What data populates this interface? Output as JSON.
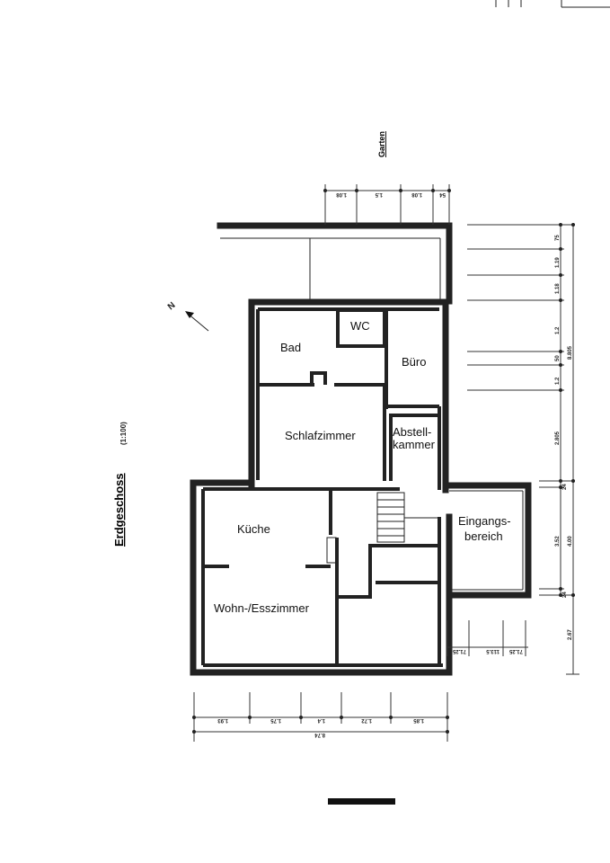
{
  "plan": {
    "title": "Erdgeschoss",
    "scale": "(1:100)",
    "top_label": "Garten",
    "north": "N",
    "rooms": {
      "wc": "WC",
      "bad": "Bad",
      "buero": "Büro",
      "schlafzimmer": "Schlafzimmer",
      "abstell_1": "Abstell-",
      "abstell_2": "kammer",
      "kueche": "Küche",
      "eingang_1": "Eingangs-",
      "eingang_2": "bereich",
      "wohnen": "Wohn-/Esszimmer"
    },
    "dims_top": [
      "1.08",
      "1.5",
      "1.08",
      "54"
    ],
    "dims_bottom": [
      "1.93",
      "1.75",
      "1.4",
      "1.72",
      "1.85"
    ],
    "dim_bottom_total": "8.74",
    "dims_right": [
      "75",
      "1.19",
      "1.18",
      "1.2",
      "50",
      "1.2",
      "2.805",
      "24",
      "3.52",
      "24"
    ],
    "dims_right_outer": [
      "8.805",
      "4.00",
      "2.67"
    ],
    "dims_entrance": [
      "71.25",
      "113.5",
      "71.25"
    ]
  }
}
